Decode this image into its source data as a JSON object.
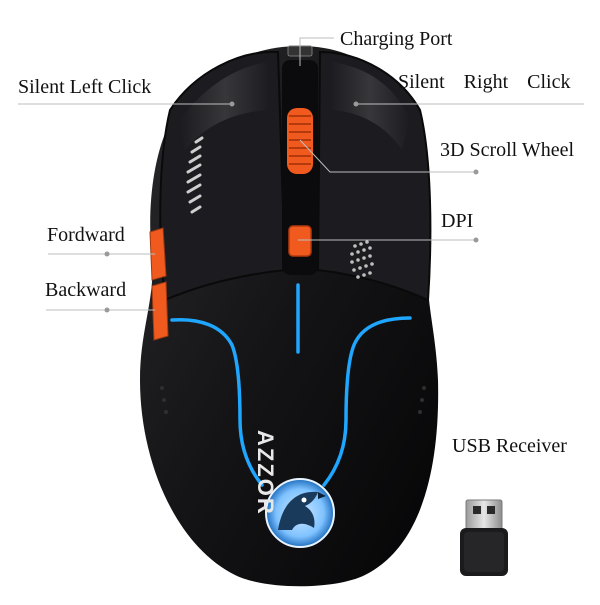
{
  "labels": {
    "charging_port": "Charging Port",
    "silent_left_click": "Silent Left Click",
    "silent_right_click": "Silent Right Click",
    "scroll_wheel": "3D Scroll Wheel",
    "dpi": "DPI",
    "forward": "Fordward",
    "backward": "Backward",
    "usb_receiver": "USB Receiver"
  },
  "brand": "AZZOR",
  "colors": {
    "mouse_body": "#141416",
    "accent_orange": "#f05a1e",
    "accent_blue": "#1fa6ff",
    "leader_line": "#bdbdbd",
    "label_text": "#111111"
  },
  "icons": [
    "mouse-illustration",
    "usb-receiver-icon",
    "eagle-logo-icon"
  ]
}
